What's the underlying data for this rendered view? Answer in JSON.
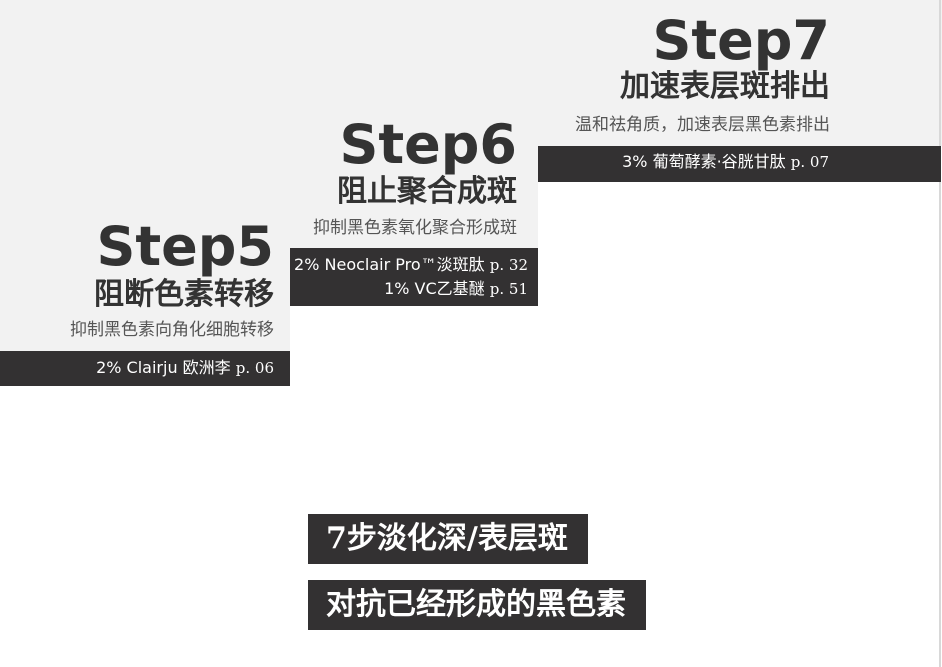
{
  "steps": [
    {
      "label": "Step5",
      "title": "阻断色素转移",
      "description": "抑制黑色素向角化细胞转移",
      "ingredients": [
        {
          "text": "2% Clairju 欧洲李",
          "page": "p. 06"
        }
      ]
    },
    {
      "label": "Step6",
      "title": "阻止聚合成斑",
      "description": "抑制黑色素氧化聚合形成斑",
      "ingredients": [
        {
          "text": "2% Neoclair Pro™淡斑肽",
          "page": "p. 32"
        },
        {
          "text": "1% VC乙基醚",
          "page": "p. 51"
        }
      ]
    },
    {
      "label": "Step7",
      "title": "加速表层斑排出",
      "description": "温和祛角质，加速表层黑色素排出",
      "ingredients": [
        {
          "text": "3% 葡萄酵素·谷胱甘肽",
          "page": "p. 07"
        }
      ]
    }
  ],
  "tags": [
    "7步淡化深/表层斑",
    "对抗已经形成的黑色素"
  ],
  "colors": {
    "panel": "#f2f2f2",
    "dark_bar": "#333132",
    "heading": "#333333",
    "text_on_dark": "#ffffff"
  }
}
